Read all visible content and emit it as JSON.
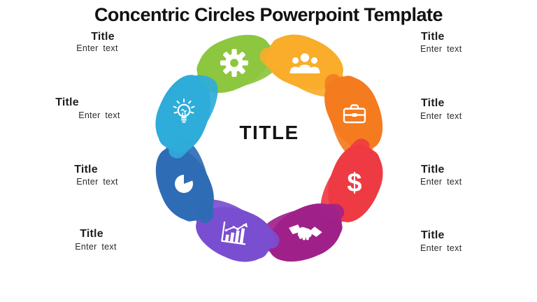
{
  "slide": {
    "title": "Concentric Circles Powerpoint Template",
    "center_title": "TITLE",
    "background_color": "#ffffff",
    "title_color": "#111111"
  },
  "placeholders": [
    {
      "position": "left-1",
      "title": "Title",
      "text": "Enter text"
    },
    {
      "position": "left-2",
      "title": "Title",
      "text": "Enter text"
    },
    {
      "position": "left-3",
      "title": "Title",
      "text": "Enter text"
    },
    {
      "position": "left-4",
      "title": "Title",
      "text": "Enter text"
    },
    {
      "position": "right-1",
      "title": "Title",
      "text": "Enter text"
    },
    {
      "position": "right-2",
      "title": "Title",
      "text": "Enter text"
    },
    {
      "position": "right-3",
      "title": "Title",
      "text": "Enter text"
    },
    {
      "position": "right-4",
      "title": "Title",
      "text": "Enter text"
    }
  ],
  "segments": [
    {
      "label": "settings",
      "icon": "gear-icon",
      "color": "#8dc63f"
    },
    {
      "label": "team",
      "icon": "people-icon",
      "color": "#f8ad2a"
    },
    {
      "label": "business",
      "icon": "briefcase-icon",
      "color": "#f47b20"
    },
    {
      "label": "finance",
      "icon": "dollar-icon",
      "color": "#ee3b43"
    },
    {
      "label": "partnership",
      "icon": "handshake-icon",
      "color": "#a0218a"
    },
    {
      "label": "growth",
      "icon": "growth-chart-icon",
      "color": "#7a4ed0"
    },
    {
      "label": "analytics",
      "icon": "pie-chart-icon",
      "color": "#2f6cb5"
    },
    {
      "label": "idea",
      "icon": "lightbulb-icon",
      "color": "#2fabda"
    }
  ],
  "dollar_glyph": "$"
}
